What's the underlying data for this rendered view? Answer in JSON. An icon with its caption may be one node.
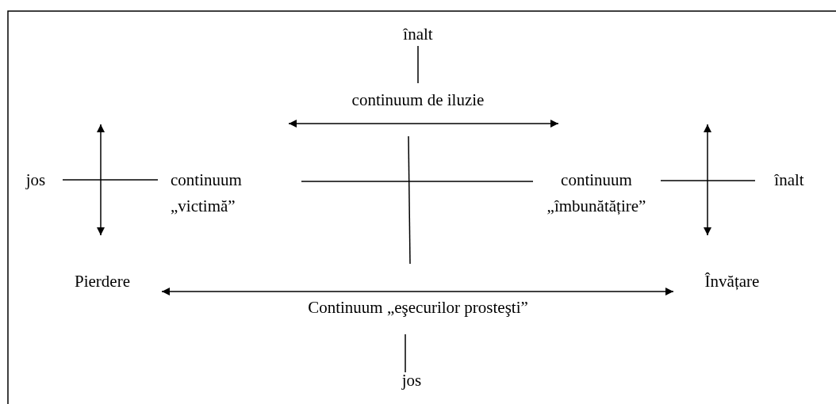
{
  "diagram": {
    "labels": [
      "înalt",
      "continuum de iluzie",
      "jos",
      "continuum „victimă”",
      "continuum „îmbunătățire”",
      "înalt",
      "Pierdere",
      "Învățare",
      "Continuum „eşecurilor prosteşti”",
      "jos"
    ]
  }
}
